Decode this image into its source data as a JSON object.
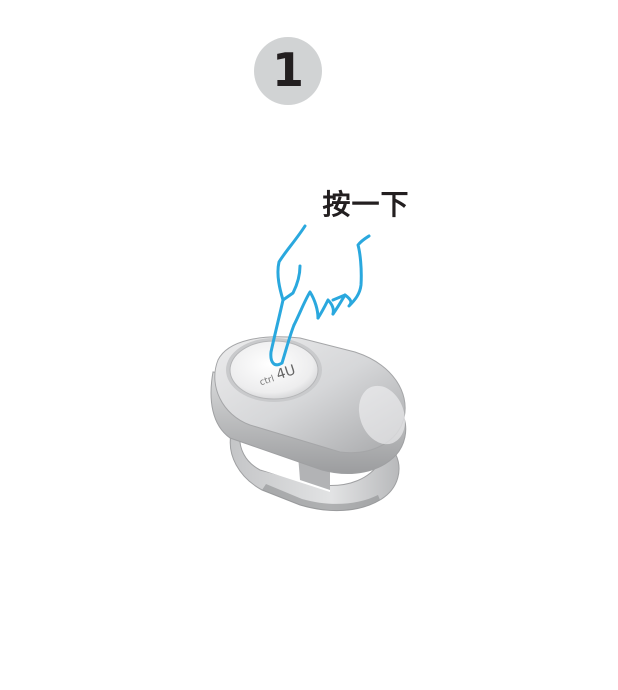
{
  "step": {
    "number": "1"
  },
  "instruction": {
    "text": "按一下"
  },
  "device": {
    "button_logo": "ctrl4U",
    "colors": {
      "body": "#c9cacc",
      "highlight": "#f2f2f2",
      "shadow": "#9a9b9d",
      "hand_stroke": "#2aa8de"
    }
  },
  "icons": [
    "hand-pointer-icon",
    "clip-device-icon"
  ]
}
